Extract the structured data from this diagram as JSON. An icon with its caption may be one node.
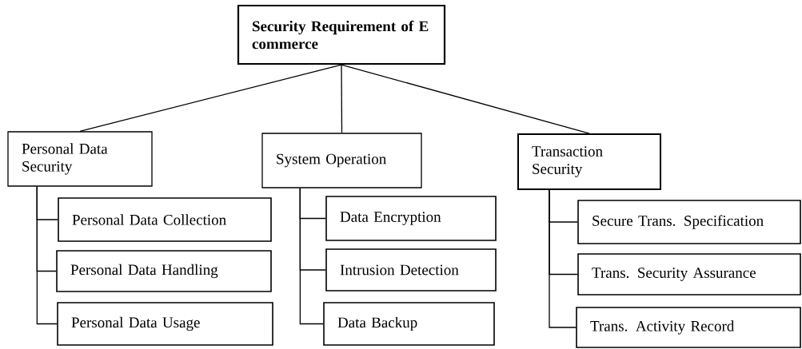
{
  "diagram": {
    "nodes": [
      {
        "text": [
          "Security Requirement of E commerce"
        ]
      },
      {
        "text": [
          "Personal Data Security"
        ]
      },
      {
        "text": [
          "System Operation"
        ]
      },
      {
        "text": [
          "Transaction Security"
        ]
      },
      {
        "text": [
          "Personal Data Collection"
        ]
      },
      {
        "text": [
          "Personal Data Handling"
        ]
      },
      {
        "text": [
          "Personal Data Usage"
        ]
      },
      {
        "text": [
          "Data Encryption"
        ]
      },
      {
        "text": [
          "Intrusion Detection"
        ]
      },
      {
        "text": [
          "Data Backup"
        ]
      },
      {
        "text": [
          "Secure Trans. Specification"
        ]
      },
      {
        "text": [
          "Trans. Security Assurance"
        ]
      },
      {
        "text": [
          "Trans. Activity Record"
        ]
      }
    ],
    "edges": [
      {
        "from": 0,
        "to": 1,
        "arrow": "none"
      },
      {
        "from": 0,
        "to": 2,
        "arrow": "none"
      },
      {
        "from": 0,
        "to": 3,
        "arrow": "none"
      },
      {
        "from": 1,
        "to": 4,
        "arrow": "none"
      },
      {
        "from": 1,
        "to": 5,
        "arrow": "none"
      },
      {
        "from": 1,
        "to": 6,
        "arrow": "none"
      },
      {
        "from": 2,
        "to": 7,
        "arrow": "none"
      },
      {
        "from": 2,
        "to": 8,
        "arrow": "none"
      },
      {
        "from": 2,
        "to": 9,
        "arrow": "none"
      },
      {
        "from": 3,
        "to": 10,
        "arrow": "none"
      },
      {
        "from": 3,
        "to": 11,
        "arrow": "none"
      },
      {
        "from": 3,
        "to": 12,
        "arrow": "none"
      }
    ]
  }
}
